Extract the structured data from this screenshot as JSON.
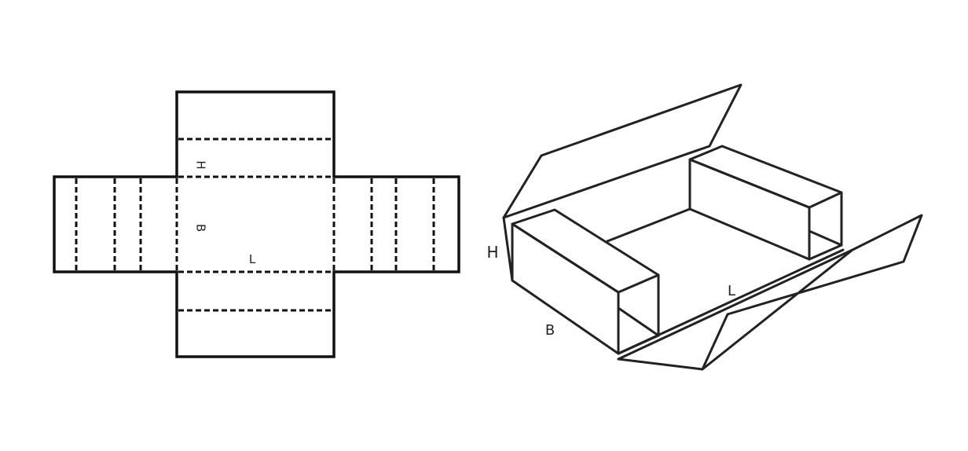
{
  "flat_net": {
    "label_h": "H",
    "label_b": "B",
    "label_l": "L"
  },
  "folded_box": {
    "label_h": "H",
    "label_b": "B",
    "label_l": "L"
  },
  "colors": {
    "line": "#111111",
    "background": "#ffffff"
  }
}
